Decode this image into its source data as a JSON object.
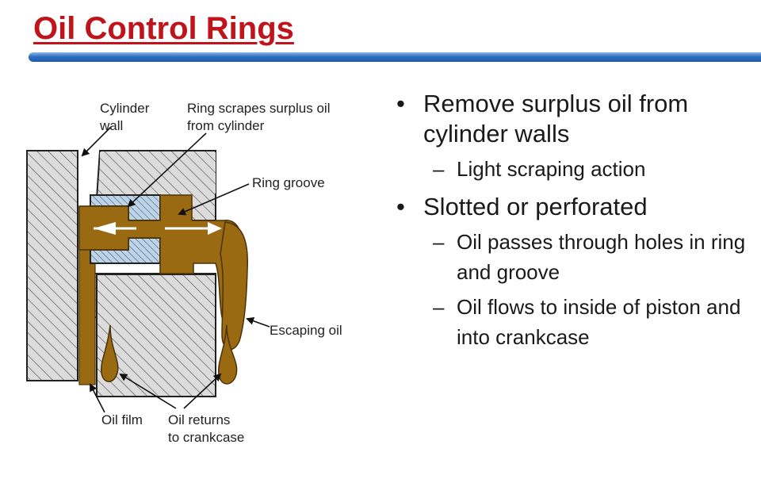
{
  "slide": {
    "title": "Oil Control Rings",
    "bullets": [
      {
        "text": "Remove surplus oil from cylinder walls",
        "subs": [
          "Light scraping action"
        ]
      },
      {
        "text": "Slotted or perforated",
        "subs": [
          "Oil passes through holes in ring and groove",
          "Oil flows to inside of piston and into crankcase"
        ]
      }
    ]
  },
  "diagram": {
    "labels": {
      "cylinder_wall_1": "Cylinder",
      "cylinder_wall_2": "wall",
      "ring_scrapes_1": "Ring scrapes surplus oil",
      "ring_scrapes_2": "from cylinder",
      "ring_groove": "Ring groove",
      "escaping_oil": "Escaping oil",
      "oil_film": "Oil film",
      "oil_returns_1": "Oil returns",
      "oil_returns_2": "to crankcase"
    }
  },
  "colors": {
    "title": "#c0141c",
    "oil": "#9a6a12",
    "ring": "#b9d0e4",
    "hatch_bg": "#d9d9d9",
    "bar": "#2f6fc0"
  }
}
